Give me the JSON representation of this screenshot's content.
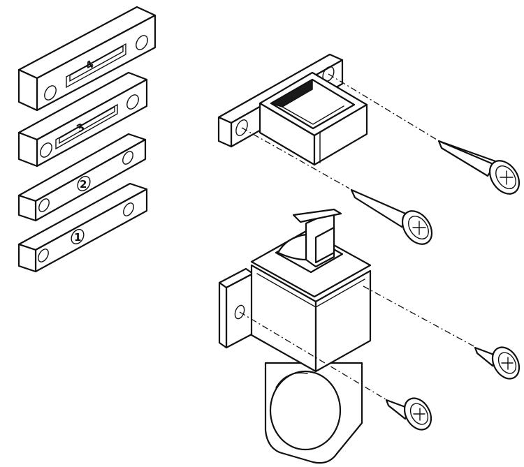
{
  "parts": {
    "shims": [
      {
        "number": "4"
      },
      {
        "number": "3"
      },
      {
        "number": "2"
      },
      {
        "number": "1"
      }
    ],
    "strike_bracket": {},
    "latch_body": {},
    "screws": [
      {},
      {},
      {},
      {}
    ]
  }
}
